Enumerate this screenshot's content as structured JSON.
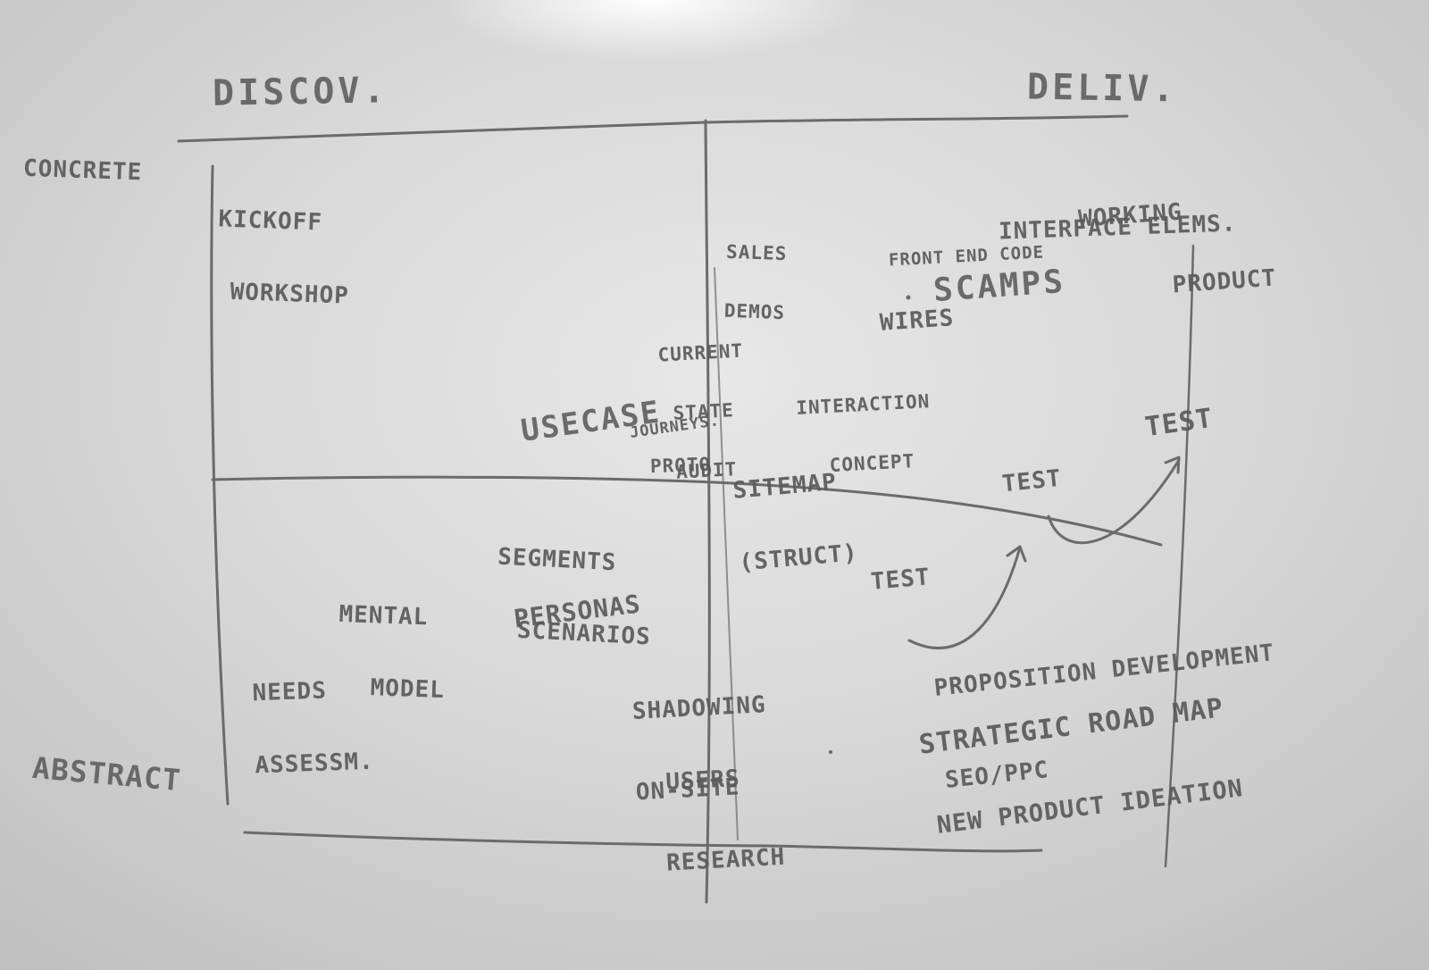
{
  "board": {
    "headers": {
      "discovery": "DISCOV.",
      "delivery": "DELIV."
    },
    "axis": {
      "concrete": "CONCRETE",
      "abstract": "ABSTRACT"
    },
    "notes": {
      "kickoff_workshop": [
        "KICKOFF",
        "WORKSHOP"
      ],
      "sales_demos": [
        "SALES",
        "DEMOS"
      ],
      "working_product": [
        "WORKING",
        "PRODUCT"
      ],
      "interface_elements": "INTERFACE ELEMS.",
      "front_end_code": "FRONT END CODE",
      "scamps": "SCAMPS",
      "wires": "WIRES",
      "current_state_audit": [
        "CURRENT",
        "STATE",
        "AUDIT"
      ],
      "interaction_concept": [
        "INTERACTION",
        "CONCEPT"
      ],
      "usecase": "USECASE",
      "journeys": "JOURNEYS.",
      "proto": "PROTO",
      "sitemap": [
        "SITEMAP",
        "(STRUCT)"
      ],
      "segments_scenarios": [
        "SEGMENTS",
        "SCENARIOS"
      ],
      "mental_model": [
        "MENTAL",
        "MODEL"
      ],
      "personas": "PERSONAS",
      "needs_assessment": [
        "NEEDS",
        "ASSESSM."
      ],
      "shadowing_users": [
        "SHADOWING",
        "USERS"
      ],
      "on_site_research": [
        "ON-SITE",
        "RESEARCH"
      ],
      "test_1": "TEST",
      "test_2": "TEST",
      "test_3": "TEST",
      "proposition_development": "PROPOSITION DEVELOPMENT",
      "strategic_road_map": "STRATEGIC ROAD MAP",
      "seo_ppc": "SEO/PPC",
      "new_product_ideation": "NEW PRODUCT IDEATION"
    },
    "colors": {
      "marker": "#5a5a5a",
      "board_center": "#e7e7e7",
      "board_edge": "#bdbdbd"
    }
  }
}
